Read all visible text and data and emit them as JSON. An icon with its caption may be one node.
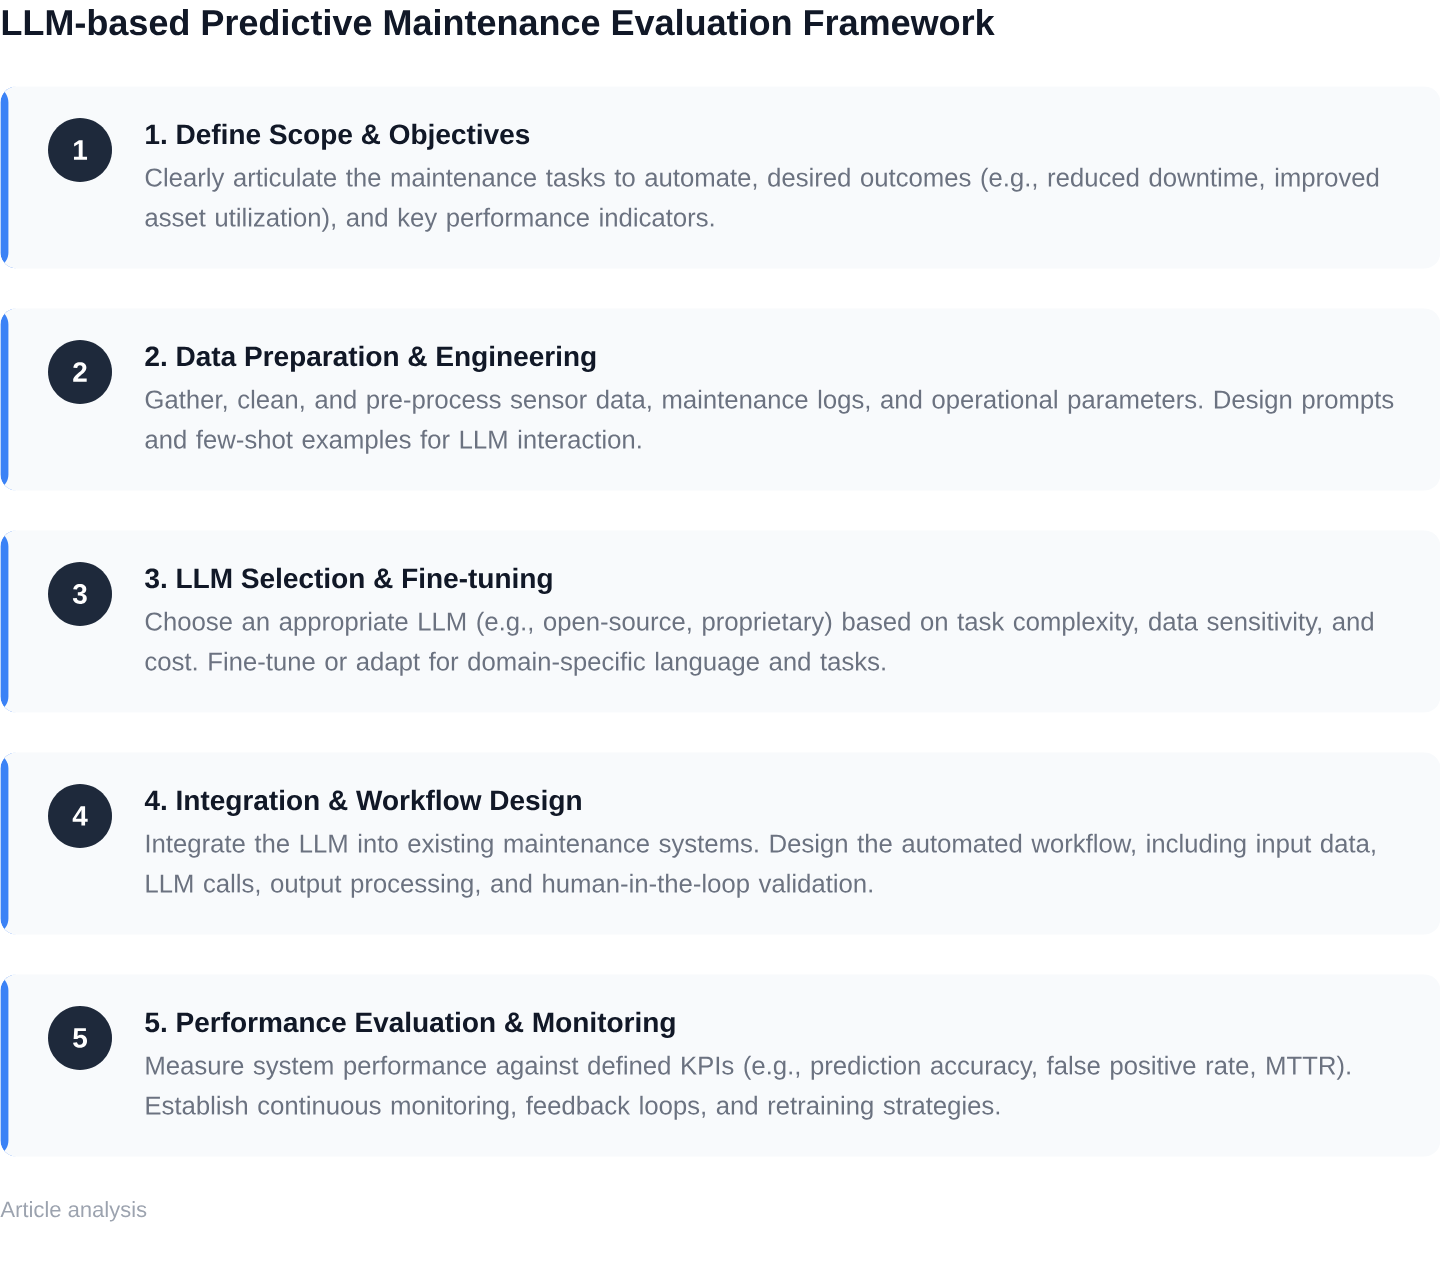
{
  "diagram": {
    "title": "LLM-based Predictive Maintenance Evaluation Framework",
    "nodes": [
      {
        "text": [
          "1. Define Scope & Objectives",
          "Clearly articulate the maintenance tasks to automate, desired outcomes (e.g., reduced downtime, improved asset utilization), and key performance indicators."
        ]
      },
      {
        "text": [
          "1"
        ],
        "in": 0
      },
      {
        "text": [
          "2. Data Preparation & Engineering",
          "Gather, clean, and pre-process sensor data, maintenance logs, and operational parameters. Design prompts and few-shot examples for LLM interaction."
        ]
      },
      {
        "text": [
          "2"
        ],
        "in": 2
      },
      {
        "text": [
          "3. LLM Selection & Fine-tuning",
          "Choose an appropriate LLM (e.g., open-source, proprietary) based on task complexity, data sensitivity, and cost. Fine-tune or adapt for domain-specific language and tasks."
        ]
      },
      {
        "text": [
          "3"
        ],
        "in": 4
      },
      {
        "text": [
          "4. Integration & Workflow Design",
          "Integrate the LLM into existing maintenance systems. Design the automated workflow, including input data, LLM calls, output processing, and human-in-the-loop validation."
        ]
      },
      {
        "text": [
          "4"
        ],
        "in": 6
      },
      {
        "text": [
          "5. Performance Evaluation & Monitoring",
          "Measure system performance against defined KPIs (e.g., prediction accuracy, false positive rate, MTTR). Establish continuous monitoring, feedback loops, and retraining strategies."
        ]
      },
      {
        "text": [
          "5"
        ],
        "in": 8
      }
    ],
    "labels": [
      "Article analysis"
    ]
  }
}
